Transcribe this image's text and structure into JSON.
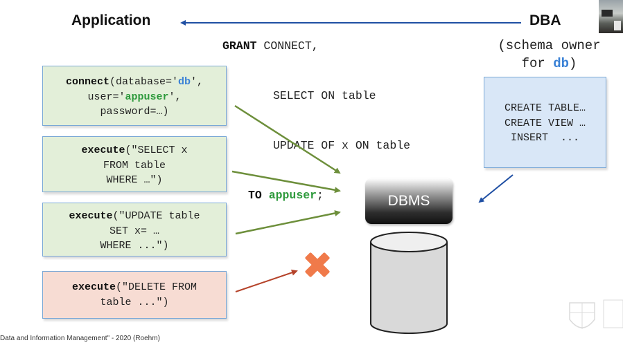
{
  "left_heading": "Application",
  "grant": {
    "kw_grant": "GRANT",
    "line1": " CONNECT,",
    "line2": "SELECT ON table",
    "line3": "UPDATE OF x ON table",
    "kw_to": "TO",
    "user": "appuser",
    "semi": ";"
  },
  "dba": {
    "heading": "DBA",
    "sub_line1": "(schema owner",
    "sub_for": "for",
    "sub_db": "db",
    "sub_close": ")"
  },
  "connect_box": {
    "fn": "connect",
    "part1": "(database='",
    "db": "db",
    "part2": "',",
    "user_pre": "user='",
    "user": "appuser",
    "user_post": "',",
    "line3": "password=…)"
  },
  "select_box": {
    "fn": "execute",
    "line1_rest": "(\"SELECT x",
    "line2": "FROM table",
    "line3": "WHERE …\")"
  },
  "update_box": {
    "fn": "execute",
    "line1_rest": "(\"UPDATE table",
    "line2": "SET x= …",
    "line3": "WHERE ...\")"
  },
  "delete_box": {
    "fn": "execute",
    "line1_rest": "(\"DELETE FROM",
    "line2": "table ...\")"
  },
  "dba_box": {
    "line1": "CREATE TABLE…",
    "line2": "CREATE VIEW …",
    "line3": "INSERT  ..."
  },
  "dbms_label": "DBMS",
  "footer": "Data and Information Management\" - 2020 (Roehm)",
  "colors": {
    "green_arrow": "#6d8f3b",
    "red_arrow": "#b5432a",
    "blue_arrow": "#1f4fa3",
    "cross": "#f07a4a"
  }
}
